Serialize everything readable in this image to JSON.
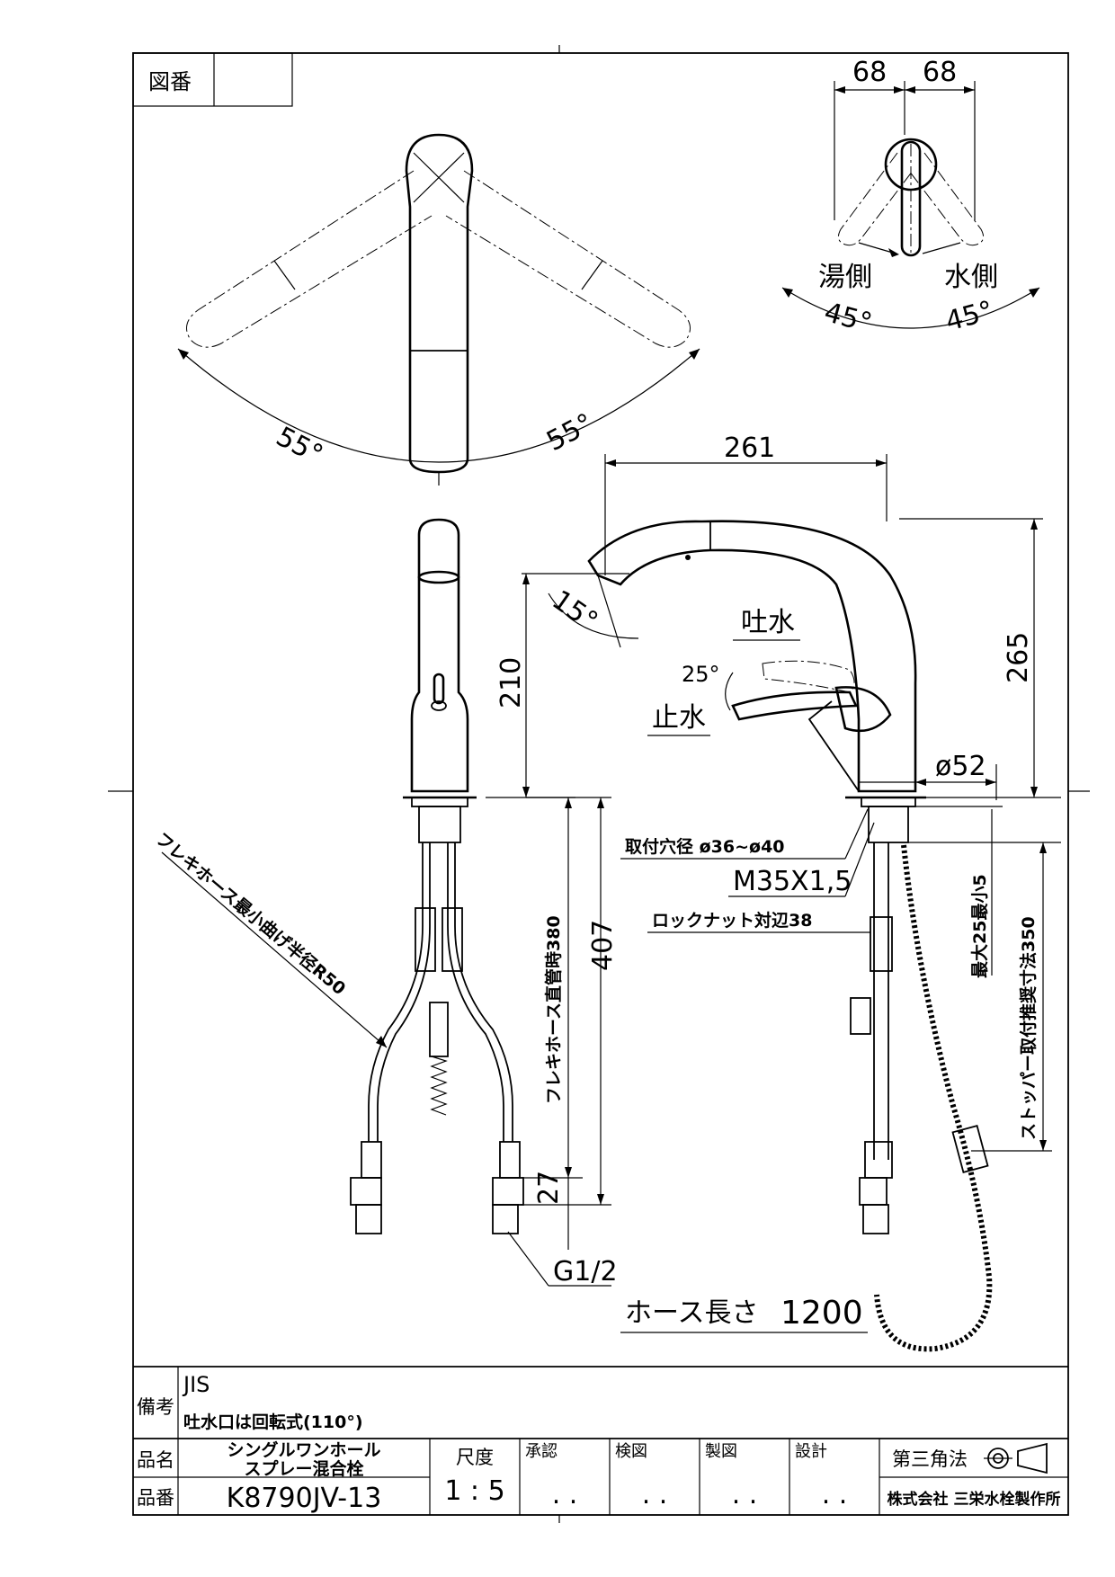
{
  "frame": {
    "zuban_label": "図番",
    "zuban_value": ""
  },
  "dims": {
    "d68_left": "68",
    "d68_right": "68",
    "yu_gawa": "湯側",
    "mizu_gawa": "水側",
    "a45_left": "45°",
    "a45_right": "45°",
    "a55_left": "55°",
    "a55_right": "55°",
    "d261": "261",
    "d265": "265",
    "d210": "210",
    "a15": "15°",
    "a25": "25°",
    "tosui": "吐水",
    "shisui": "止水",
    "phi52": "ø52",
    "toritsuke_ana": "取付穴径  ø36~ø40",
    "m35": "M35X1,5",
    "lock_nut": "ロックナット対辺38",
    "max25": "最大25最小5",
    "stopper": "ストッパー取付推奨寸法350",
    "flex_bend": "フレキホース最小曲げ半径R50",
    "flex_len": "フレキホース直管時380",
    "d407": "407",
    "d27": "27",
    "g12": "G1/2",
    "hose_len_label": "ホース長さ",
    "hose_len_value": "1200"
  },
  "title_block": {
    "biko_label": "備考",
    "biko_line1": "JIS",
    "biko_line2": "吐水口は回転式(110°)",
    "hinmei_label": "品名",
    "hinmei_line1": "シングルワンホール",
    "hinmei_line2": "スプレー混合栓",
    "hinban_label": "品番",
    "hinban_value": "K8790JV-13",
    "shakudo_label": "尺度",
    "shakudo_value": "1 : 5",
    "shonin": "承認",
    "kenzu": "検図",
    "seizu": "製図",
    "sekkei": "設計",
    "date_dots": ". .",
    "projection": "第三角法",
    "company": "株式会社 三栄水栓製作所"
  }
}
